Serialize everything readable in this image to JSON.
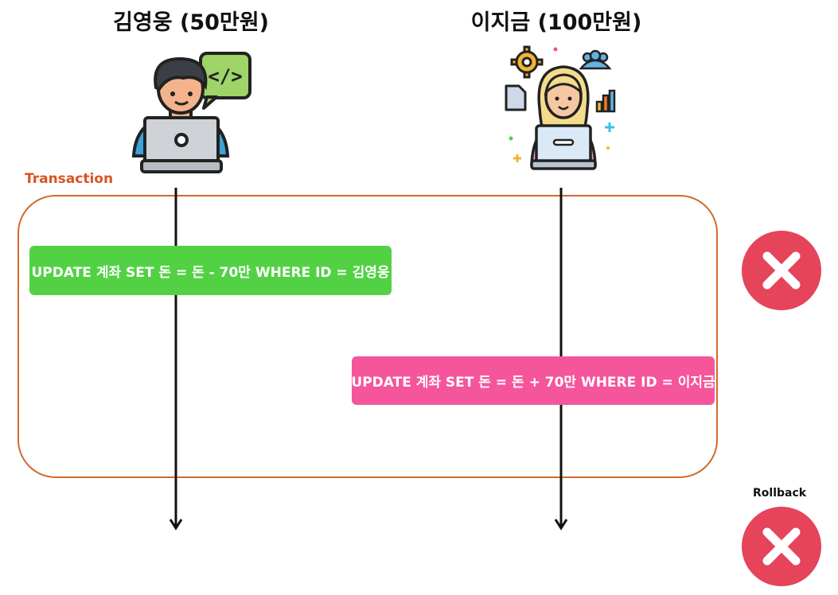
{
  "people": {
    "left": {
      "name": "김영웅 (50만원)",
      "icon": "developer-laptop-icon"
    },
    "right": {
      "name": "이지금 (100만원)",
      "icon": "woman-laptop-icon"
    }
  },
  "transaction": {
    "label": "Transaction"
  },
  "queries": {
    "q1": "UPDATE 계좌 SET 돈 = 돈 - 70만 WHERE ID = 김영웅",
    "q2": "UPDATE 계좌 SET 돈 = 돈 + 70만 WHERE ID = 이지금"
  },
  "rollback": {
    "label": "Rollback",
    "icon": "x-mark-icon"
  },
  "colors": {
    "transaction_border": "#d06a2e",
    "transaction_label": "#d9531e",
    "query1_bg": "#52d145",
    "query2_bg": "#f5559b",
    "fail_circle": "#e5445a"
  }
}
